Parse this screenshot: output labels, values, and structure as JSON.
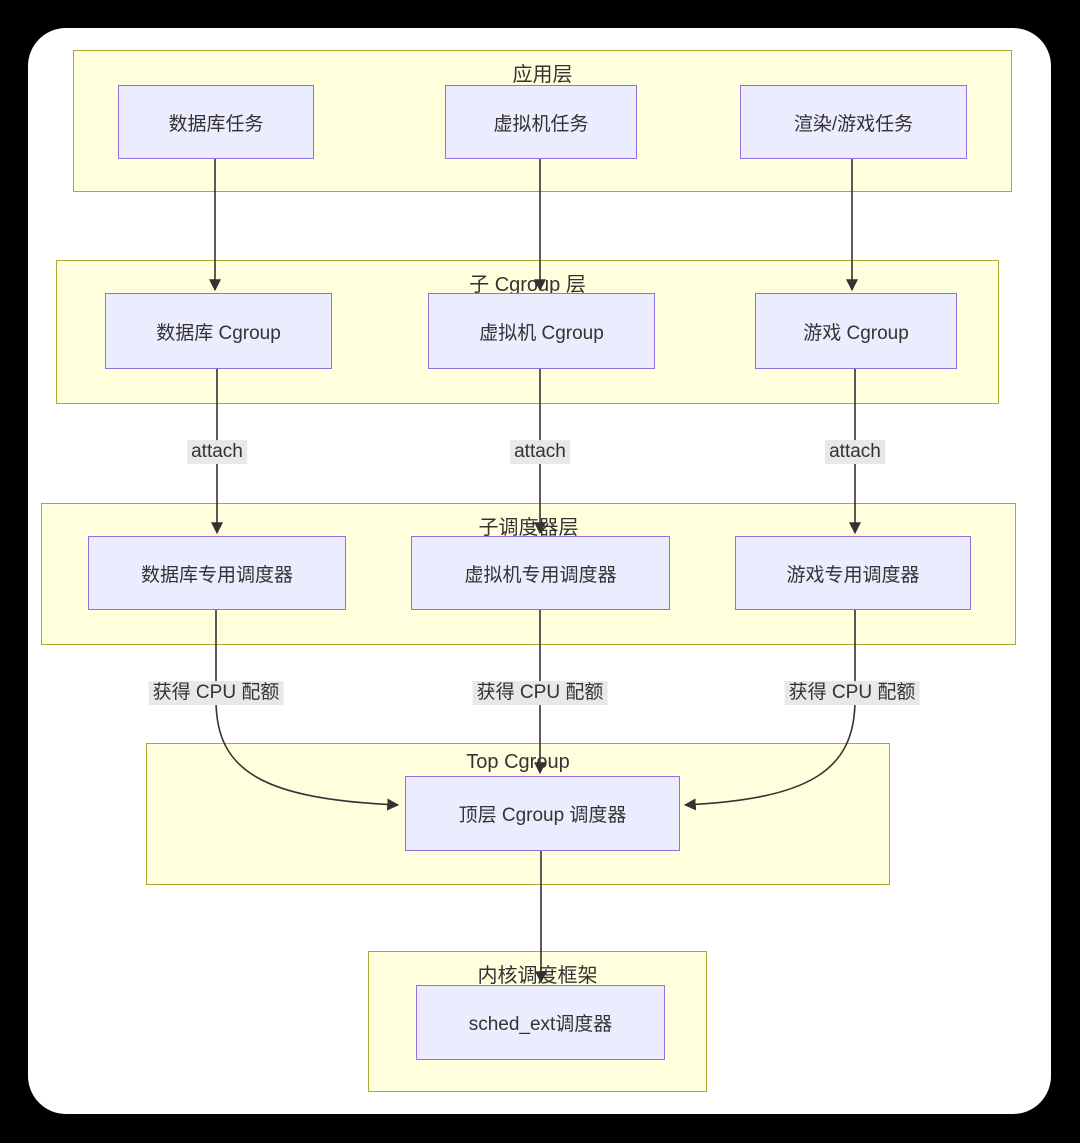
{
  "diagram": {
    "layers": [
      {
        "title": "应用层",
        "nodes": [
          "数据库任务",
          "虚拟机任务",
          "渲染/游戏任务"
        ]
      },
      {
        "title": "子 Cgroup 层",
        "nodes": [
          "数据库 Cgroup",
          "虚拟机 Cgroup",
          "游戏 Cgroup"
        ]
      },
      {
        "title": "子调度器层",
        "nodes": [
          "数据库专用调度器",
          "虚拟机专用调度器",
          "游戏专用调度器"
        ]
      },
      {
        "title": "Top Cgroup",
        "nodes": [
          "顶层 Cgroup 调度器"
        ]
      },
      {
        "title": "内核调度框架",
        "nodes": [
          "sched_ext调度器"
        ]
      }
    ],
    "edge_labels": {
      "attach": "attach",
      "quota": "获得 CPU 配额"
    },
    "colors": {
      "page_bg": "#000000",
      "frame_bg": "#ffffff",
      "cluster_fill": "#ffffde",
      "cluster_border": "#aaaa33",
      "node_fill": "#ececff",
      "node_border": "#9370db",
      "edge": "#333333",
      "edge_label_bg": "#e8e8e8",
      "text": "#333333"
    }
  }
}
